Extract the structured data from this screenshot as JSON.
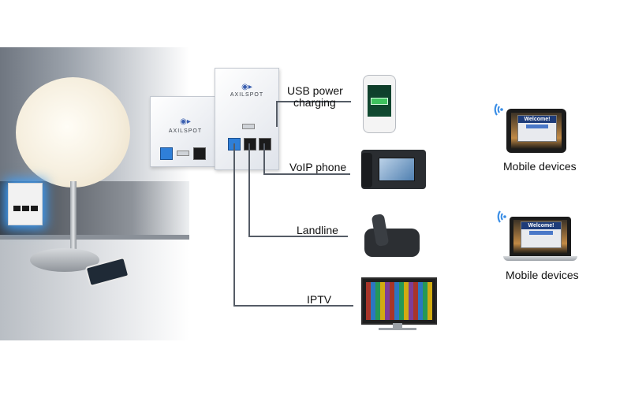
{
  "brand": {
    "logo_text": "AXILSPOT"
  },
  "labels": {
    "usb": [
      "USB power",
      "charging"
    ],
    "voip": "VoIP phone",
    "landline": "Landline",
    "iptv": "IPTV",
    "mobile_1": "Mobile devices",
    "mobile_2": "Mobile devices"
  },
  "screens": {
    "tablet_welcome": "Welcome!",
    "laptop_welcome": "Welcome!"
  },
  "icons": [
    "wifi-icon",
    "wifi-icon"
  ],
  "colors": {
    "accent_blue": "#3a8ee6",
    "line": "#555c66"
  }
}
